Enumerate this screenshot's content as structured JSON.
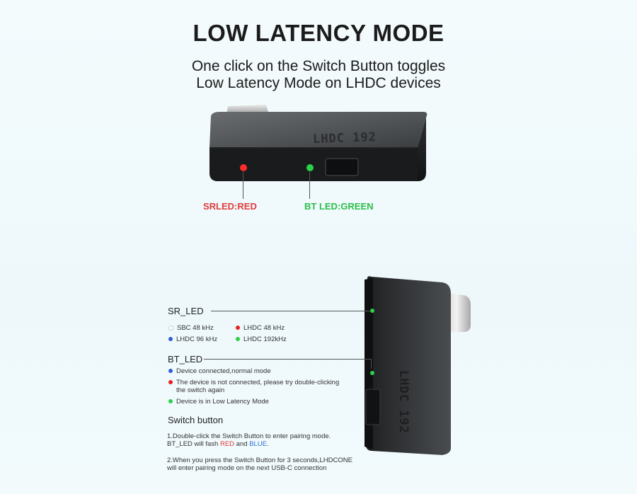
{
  "title": "LOW LATENCY MODE",
  "subtitle": [
    "One click on the Switch Button toggles",
    "Low Latency Mode on LHDC devices"
  ],
  "top_device": {
    "engraving": "LHDC 192",
    "sr_label": "SRLED:RED",
    "bt_label": "BT LED:GREEN"
  },
  "sr_led": {
    "heading": "SR_LED",
    "items": [
      {
        "text": "SBC 48 kHz",
        "color": "#ffffff"
      },
      {
        "text": "LHDC 48 kHz",
        "color": "#e82020"
      },
      {
        "text": "LHDC 96 kHz",
        "color": "#2d5fd3"
      },
      {
        "text": "LHDC 192kHz",
        "color": "#2bd24a"
      }
    ]
  },
  "bt_led": {
    "heading": "BT_LED",
    "items": [
      {
        "text": "Device connected,normal mode",
        "color": "#2d5fd3"
      },
      {
        "text": "The device is not connected, please try double-clicking",
        "text2": "the switch again",
        "color": "#e82020"
      },
      {
        "text": "Device is in Low Latency Mode",
        "color": "#2bd24a"
      }
    ]
  },
  "switch": {
    "heading": "Switch button",
    "p1_a": "1.Double-click the Switch Button to enter pairing mode.",
    "p1_b": "BT_LED will fash ",
    "p1_red": "RED",
    "p1_and": " and ",
    "p1_blue": "BLUE",
    "p1_end": ".",
    "p2_a": "2.When you press the Switch Button for 3 seconds,LHDCONE",
    "p2_b": "will enter pairing mode on the next USB-C connection"
  },
  "side_device": {
    "engraving": "LHDC 192"
  }
}
